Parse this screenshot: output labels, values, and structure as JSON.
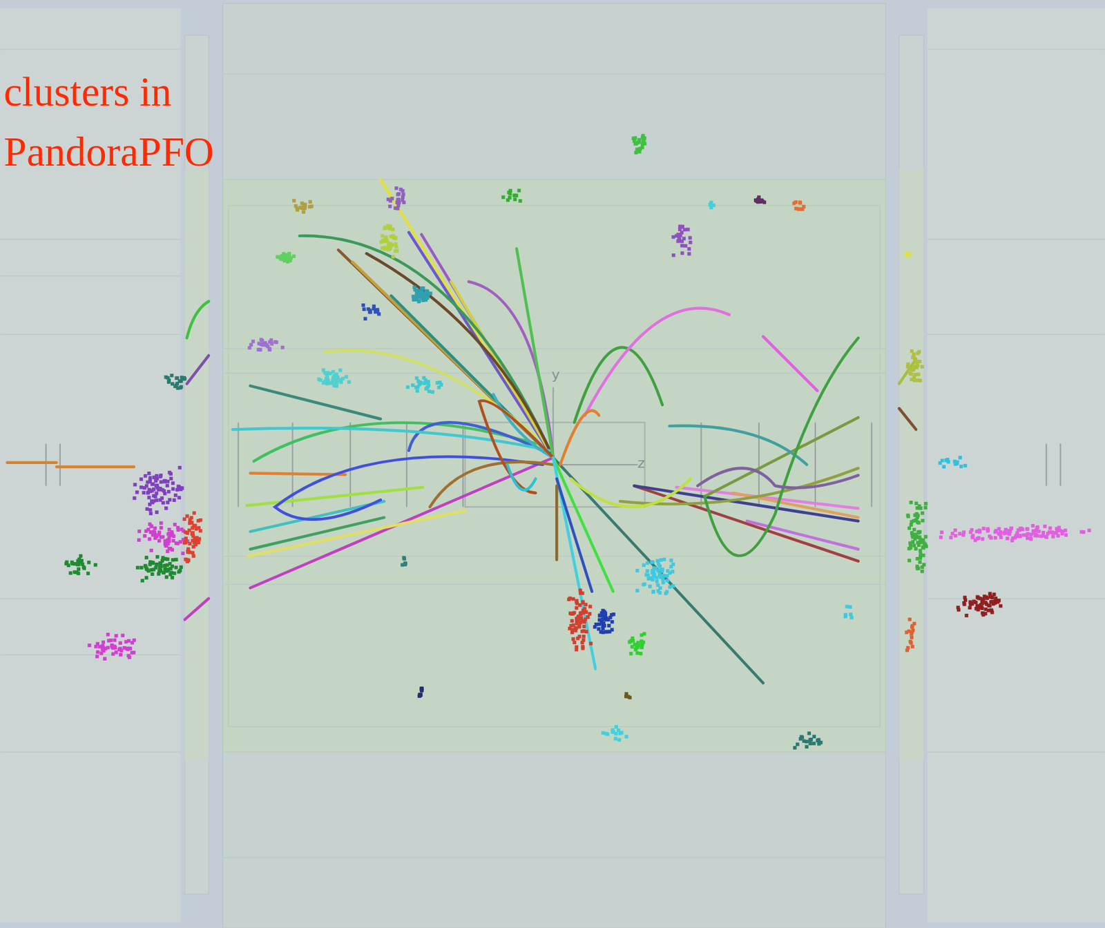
{
  "diagram": {
    "labels": [
      "clusters in PandoraPFO",
      "y",
      "z"
    ]
  }
}
